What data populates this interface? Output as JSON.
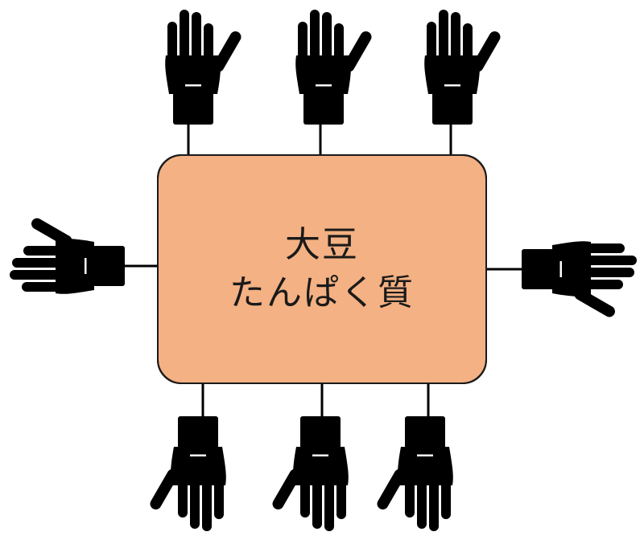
{
  "colors": {
    "box_fill": "#f4b183",
    "ink": "#000000",
    "stroke": "#1a1a1a",
    "cuff_line": "#ffffff"
  },
  "center": {
    "line1": "大豆",
    "line2": "たんぱく質"
  },
  "hands": [
    {
      "name": "hand-top-1",
      "icon": "open-hand-icon",
      "side": "top"
    },
    {
      "name": "hand-top-2",
      "icon": "open-hand-icon",
      "side": "top"
    },
    {
      "name": "hand-top-3",
      "icon": "open-hand-icon",
      "side": "top"
    },
    {
      "name": "hand-left",
      "icon": "open-hand-icon",
      "side": "left"
    },
    {
      "name": "hand-right",
      "icon": "open-hand-icon",
      "side": "right"
    },
    {
      "name": "hand-bottom-1",
      "icon": "open-hand-icon",
      "side": "bottom"
    },
    {
      "name": "hand-bottom-2",
      "icon": "open-hand-icon",
      "side": "bottom"
    },
    {
      "name": "hand-bottom-3",
      "icon": "open-hand-icon",
      "side": "bottom"
    }
  ]
}
